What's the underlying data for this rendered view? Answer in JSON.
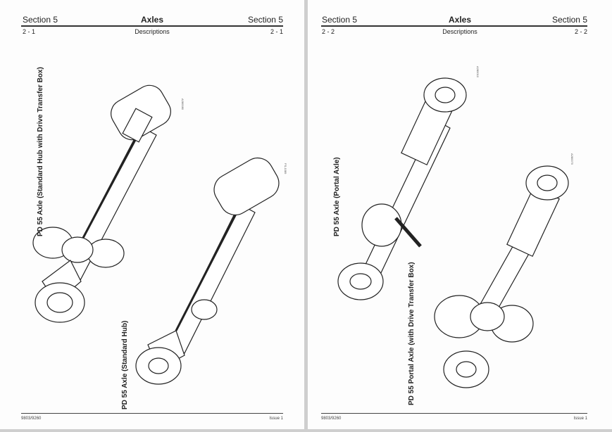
{
  "pages": [
    {
      "section_left": "Section 5",
      "title": "Axles",
      "section_right": "Section 5",
      "page_left": "2 - 1",
      "subtitle": "Descriptions",
      "page_right": "2 - 1",
      "figures": [
        {
          "caption": "PD 55 Axle (Standard Hub with Drive Transfer Box)",
          "code": "A280080"
        },
        {
          "caption": "PD 55 Axle (Standard Hub)",
          "code": "FS-1089"
        }
      ],
      "footer_left": "9803/9260",
      "footer_right": "Issue 1"
    },
    {
      "section_left": "Section 5",
      "title": "Axles",
      "section_right": "Section 5",
      "page_left": "2 - 2",
      "subtitle": "Descriptions",
      "page_right": "2 - 2",
      "figures": [
        {
          "caption": "PD 55 Axle (Portal Axle)",
          "code": "A280010"
        },
        {
          "caption": "PD 55 Portal Axle (with Drive Transfer Box)",
          "code": "A280070"
        }
      ],
      "footer_left": "9803/9260",
      "footer_right": "Issue 1"
    }
  ]
}
